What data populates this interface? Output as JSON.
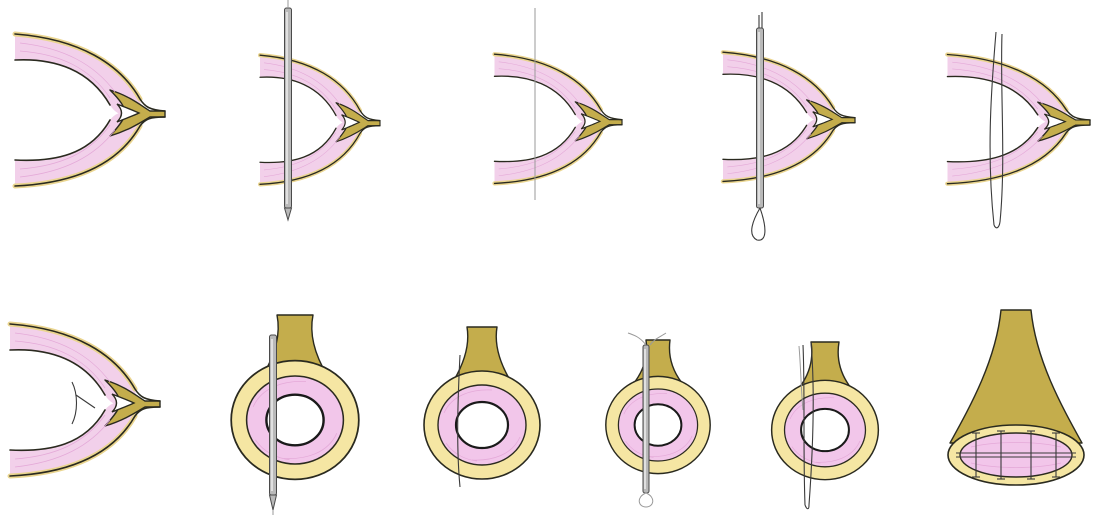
{
  "figure": {
    "panels": [
      {
        "id": "top-1",
        "content": "side-view"
      },
      {
        "id": "top-2",
        "content": "side-view-needle"
      },
      {
        "id": "top-3",
        "content": "side-view-wire"
      },
      {
        "id": "top-4",
        "content": "side-view-needle-loop"
      },
      {
        "id": "top-5",
        "content": "side-view-suture"
      },
      {
        "id": "bottom-1",
        "content": "side-view-closed"
      },
      {
        "id": "bottom-2",
        "content": "cross-section-needle"
      },
      {
        "id": "bottom-3",
        "content": "cross-section-wire"
      },
      {
        "id": "bottom-4",
        "content": "cross-section-needle-loop"
      },
      {
        "id": "bottom-5",
        "content": "cross-section-suture"
      },
      {
        "id": "bottom-6",
        "content": "cross-section-ligated"
      }
    ]
  },
  "colors": {
    "wall": "#f2d0ea",
    "wall_edge": "#ead58f",
    "fascia": "#c4ad4c",
    "ring_outer": "#f5e6a3",
    "needle": "#b9b9b9",
    "outline": "#2a2a1f"
  }
}
